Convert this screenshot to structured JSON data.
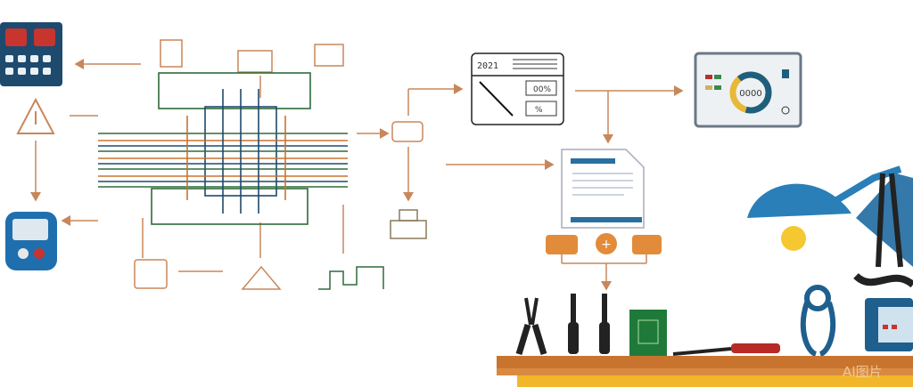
{
  "scene": {
    "title": "Electronics design workflow illustration",
    "report_panel": {
      "year_text": "2021",
      "percent_text": "00%",
      "small_text": "%"
    },
    "dashboard": {
      "gauge_text": "0000",
      "gauge_fraction": 0.65
    },
    "watermark": "AI图片",
    "colors": {
      "arrow": "#c8875a",
      "navy": "#1e4a6e",
      "blue": "#2a7fb8",
      "desk": "#c9742e",
      "desk_front": "#f2b62a",
      "trace_green": "#2f6b3a",
      "trace_orange": "#c9742e"
    }
  }
}
